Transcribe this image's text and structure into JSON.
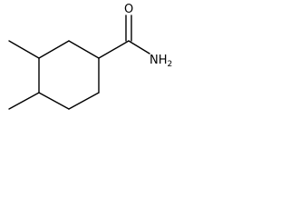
{
  "molecule": {
    "atoms": {
      "oxygen": "O",
      "amide_nitrogen": "NH",
      "amide_hydrogen_count": "2"
    },
    "colors": {
      "bond": "#000000",
      "label": "#000000",
      "background": "#ffffff"
    }
  }
}
